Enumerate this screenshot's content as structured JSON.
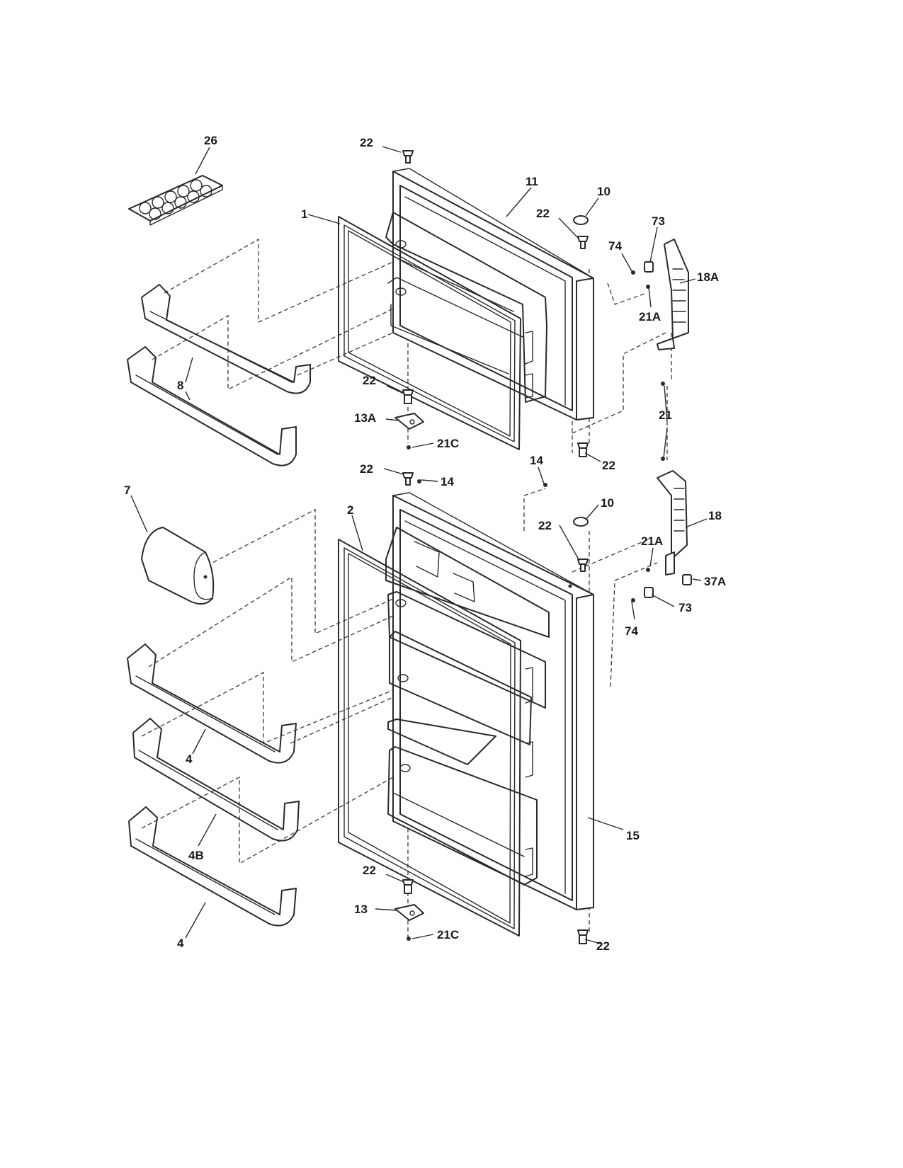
{
  "callouts": {
    "c26": "26",
    "c22_top": "22",
    "c11": "11",
    "c10_upper": "10",
    "c1": "1",
    "c22_hinge_upper": "22",
    "c73_upper": "73",
    "c74_upper": "74",
    "c18A": "18A",
    "c21A_upper": "21A",
    "c8": "8",
    "c22_mid_left": "22",
    "c13A": "13A",
    "c21C_upper": "21C",
    "c21": "21",
    "c22_mid_right": "22",
    "c22_lower_top": "22",
    "c14_left": "14",
    "c14_right": "14",
    "c7": "7",
    "c2": "2",
    "c10_lower": "10",
    "c22_hinge_lower": "22",
    "c18": "18",
    "c21A_lower": "21A",
    "c37A": "37A",
    "c73_lower": "73",
    "c74_lower": "74",
    "c4_upper": "4",
    "c4B": "4B",
    "c15": "15",
    "c22_bottom_left": "22",
    "c13": "13",
    "c21C_lower": "21C",
    "c22_bottom_right": "22",
    "c4_lower": "4"
  }
}
